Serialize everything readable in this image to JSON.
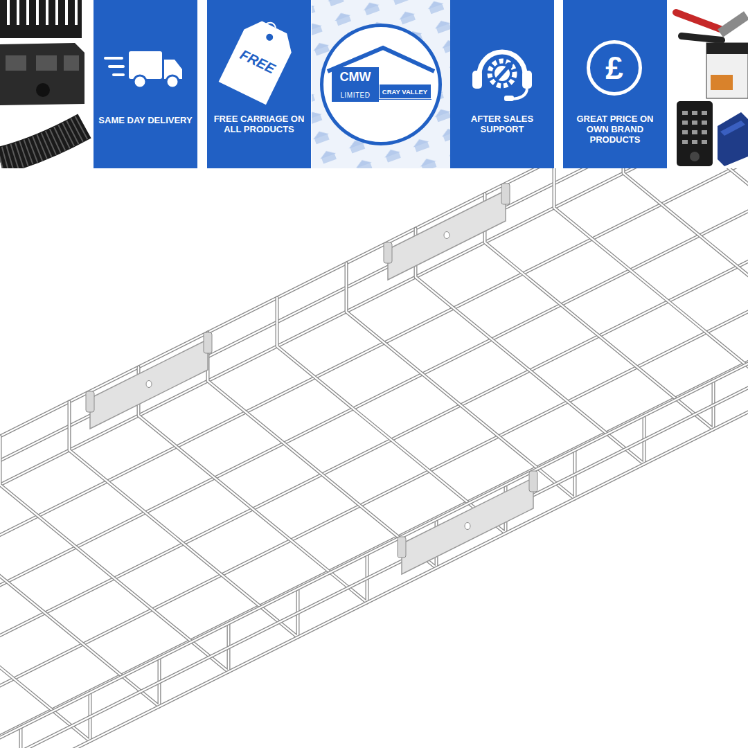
{
  "diagram": {
    "nodes": [
      {
        "text": [
          "SAME DAY DELIVERY"
        ]
      },
      {
        "text": [
          "FREE CARRIAGE ON ALL PRODUCTS"
        ]
      },
      {
        "text": [
          "FREE"
        ],
        "in": 1
      },
      {
        "text": [
          "CMW",
          "LIMITED"
        ]
      },
      {
        "text": [
          "CRAY VALLEY"
        ],
        "in": 3
      },
      {
        "text": [
          "AFTER SALES SUPPORT"
        ]
      },
      {
        "text": [
          "GREAT PRICE ON OWN BRAND PRODUCTS"
        ]
      },
      {
        "text": [
          "£"
        ],
        "in": 6
      }
    ]
  }
}
